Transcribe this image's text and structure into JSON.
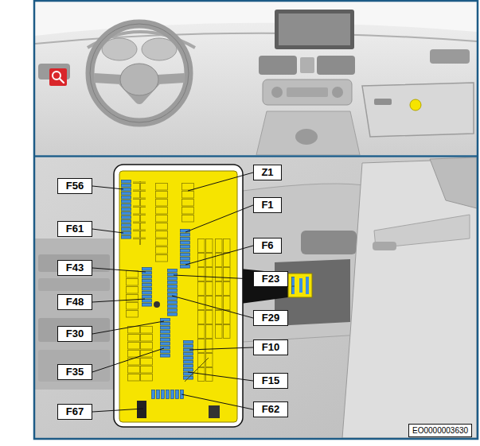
{
  "diagram": {
    "labels": [
      "F56",
      "Z1",
      "F1",
      "F61",
      "F6",
      "F43",
      "F23",
      "F48",
      "F29",
      "F30",
      "F10",
      "F35",
      "F15",
      "F67",
      "F62",
      "EO0000003630"
    ]
  }
}
